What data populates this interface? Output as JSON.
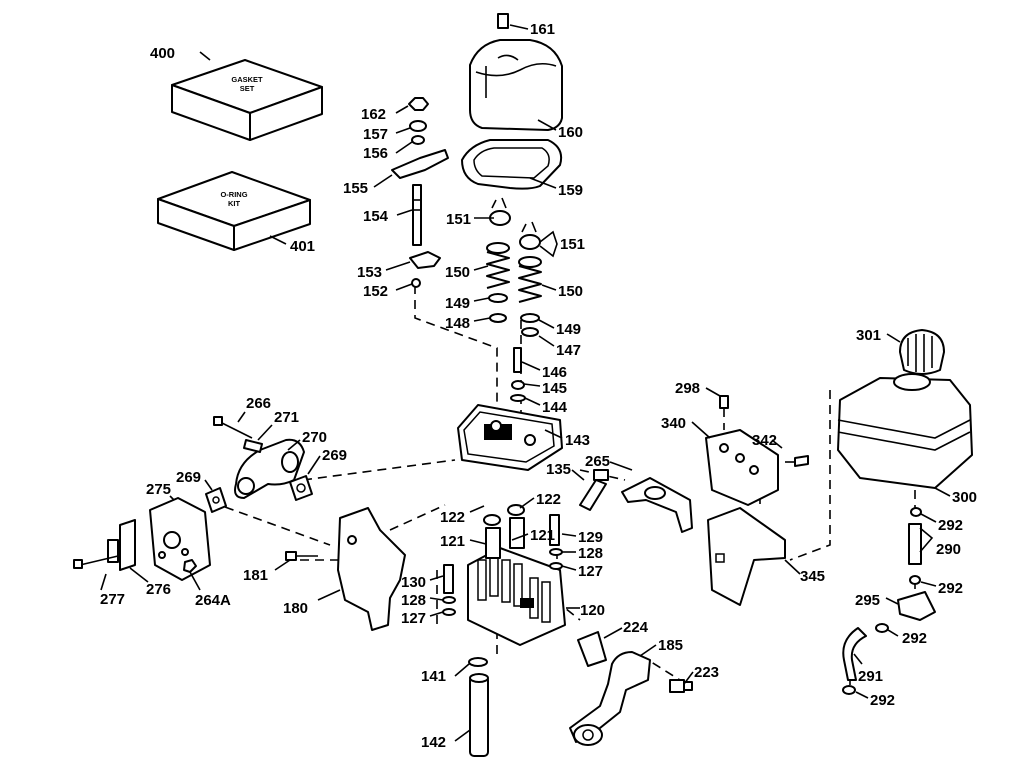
{
  "kits": {
    "gasket_set": {
      "line1": "GASKET",
      "line2": "SET"
    },
    "o_ring_kit": {
      "line1": "O-RING",
      "line2": "KIT"
    }
  },
  "callouts": {
    "c161": "161",
    "c400": "400",
    "c162": "162",
    "c157": "157",
    "c156": "156",
    "c160": "160",
    "c155": "155",
    "c159": "159",
    "c154": "154",
    "c151a": "151",
    "c151b": "151",
    "c401": "401",
    "c153": "153",
    "c150a": "150",
    "c152": "152",
    "c150b": "150",
    "c149a": "149",
    "c148": "148",
    "c149b": "149",
    "c147": "147",
    "c301": "301",
    "c146": "146",
    "c145": "145",
    "c298": "298",
    "c144": "144",
    "c266": "266",
    "c271": "271",
    "c340": "340",
    "c143": "143",
    "c270": "270",
    "c342": "342",
    "c269a": "269",
    "c269b": "269",
    "c135": "135",
    "c265": "265",
    "c275": "275",
    "c300": "300",
    "c122a": "122",
    "c122b": "122",
    "c292a": "292",
    "c121a": "121",
    "c121b": "121",
    "c129": "129",
    "c290": "290",
    "c128a": "128",
    "c127a": "127",
    "c181": "181",
    "c130": "130",
    "c345": "345",
    "c292b": "292",
    "c277": "277",
    "c276": "276",
    "c264a": "264A",
    "c128b": "128",
    "c295": "295",
    "c180": "180",
    "c127b": "127",
    "c120": "120",
    "c292c": "292",
    "c224": "224",
    "c185": "185",
    "c291": "291",
    "c141": "141",
    "c223": "223",
    "c292d": "292",
    "c142": "142"
  }
}
